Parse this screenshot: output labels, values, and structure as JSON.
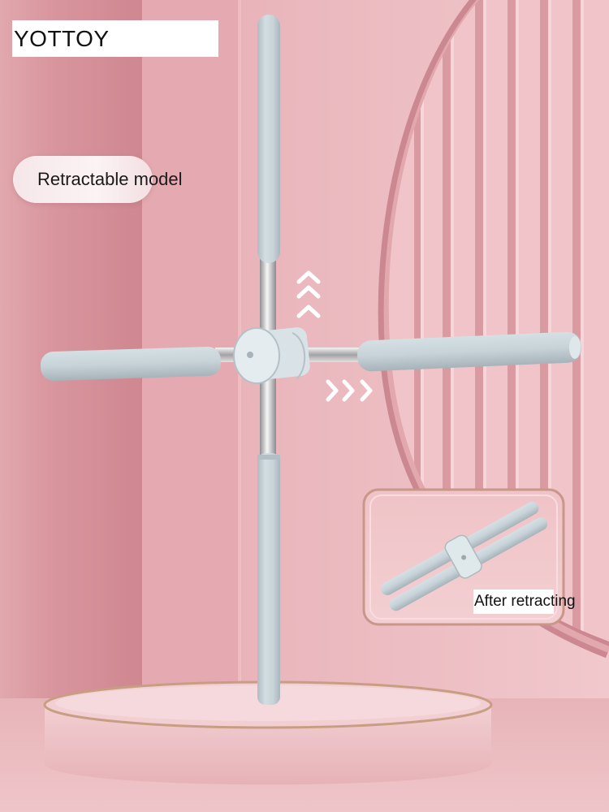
{
  "brand": {
    "name": "YOTTOY"
  },
  "labels": {
    "retractable": "Retractable model",
    "after": "After retracting"
  },
  "colors": {
    "wall": "#d9979f",
    "background": "#eab9bf",
    "bar": "#c9d6dc",
    "rod": "#cfd3d6"
  },
  "icons": {
    "up": "chevron-up-double",
    "right": "chevron-right-triple"
  }
}
